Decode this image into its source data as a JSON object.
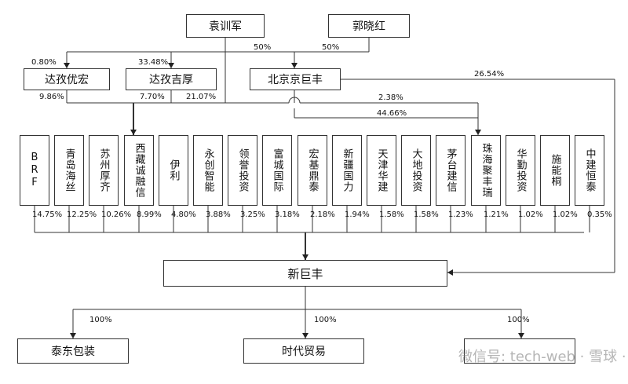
{
  "top": {
    "yuan": "袁训军",
    "guo": "郭晓红",
    "dazi_youhong": "达孜优宏",
    "dazi_jihou": "达孜吉厚",
    "jingjufeng": "北京京巨丰"
  },
  "percentages": {
    "yuan_to_jjf": "50%",
    "guo_to_jjf": "50%",
    "yuan_to_youhong": "0.80%",
    "yuan_to_jihou": "33.48%",
    "youhong_to_xinjufeng": "9.86%",
    "jihou_to_xinjufeng": "7.70%",
    "yuan_to_xinjufeng": "21.07%",
    "jjf_to_xinjufeng": "26.54%",
    "jjf_to_zhuhai": "2.38%",
    "yuan_to_zhuhai": "44.66%"
  },
  "shareholders": [
    {
      "name": "BRF",
      "pct": "14.75%"
    },
    {
      "name": "青岛海丝",
      "pct": "12.25%"
    },
    {
      "name": "苏州厚齐",
      "pct": "10.26%"
    },
    {
      "name": "西藏诚融信",
      "pct": "8.99%"
    },
    {
      "name": "伊利",
      "pct": "4.80%"
    },
    {
      "name": "永创智能",
      "pct": "3.88%"
    },
    {
      "name": "领誉投资",
      "pct": "3.25%"
    },
    {
      "name": "富城国际",
      "pct": "3.18%"
    },
    {
      "name": "宏基鼎泰",
      "pct": "2.18%"
    },
    {
      "name": "新疆国力",
      "pct": "1.94%"
    },
    {
      "name": "天津华建",
      "pct": "1.58%"
    },
    {
      "name": "大地投资",
      "pct": "1.58%"
    },
    {
      "name": "茅台建信",
      "pct": "1.23%"
    },
    {
      "name": "珠海聚丰瑞",
      "pct": "1.21%"
    },
    {
      "name": "华勤投资",
      "pct": "1.02%"
    },
    {
      "name": "施能桐",
      "pct": "1.02%"
    },
    {
      "name": "中建恒泰",
      "pct": "0.35%"
    }
  ],
  "center": "新巨丰",
  "subsidiaries": [
    {
      "name": "泰东包装",
      "pct": "100%"
    },
    {
      "name": "时代贸易",
      "pct": "100%"
    },
    {
      "name": "",
      "pct": "100%"
    }
  ],
  "watermark": "微信号: tech-web · 雪球 · 蕾递"
}
